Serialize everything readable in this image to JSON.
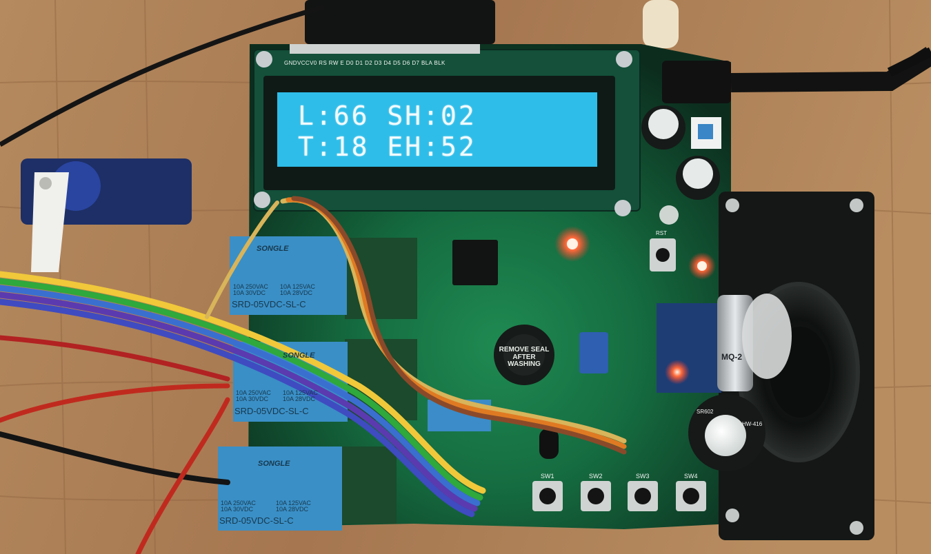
{
  "lcd": {
    "line1": "L:66 SH:02",
    "line2": "T:18 EH:52"
  },
  "lcd_header_pins": "GNDVCCV0 RS RW E D0 D1 D2 D3 D4 D5 D6 D7 BLA BLK",
  "relays": [
    {
      "brand": "SONGLE",
      "rating_left": "10A 250VAC\n10A 30VDC",
      "rating_right": "10A 125VAC\n10A 28VDC",
      "model": "SRD-05VDC-SL-C"
    },
    {
      "brand": "SONGLE",
      "rating_left": "10A 250VAC\n10A 30VDC",
      "rating_right": "10A 125VAC\n10A 28VDC",
      "model": "SRD-05VDC-SL-C"
    },
    {
      "brand": "SONGLE",
      "rating_left": "10A 250VAC\n10A 30VDC",
      "rating_right": "10A 125VAC\n10A 28VDC",
      "model": "SRD-05VDC-SL-C"
    }
  ],
  "buzzer_label": "REMOVE SEAL AFTER WASHING",
  "gas_sensor_label": "MQ-2",
  "pir_labels": {
    "model": "HW-416",
    "sensor": "SR602"
  },
  "button_labels": [
    "SW1",
    "SW2",
    "SW3",
    "SW4"
  ],
  "rst_label": "RST",
  "colors": {
    "pcb": "#123d27",
    "lcd_backlight": "#2ebde8",
    "relay_blue": "#3a8fc6",
    "led_red": "#ff3b2a",
    "wood": "#a87a50"
  }
}
